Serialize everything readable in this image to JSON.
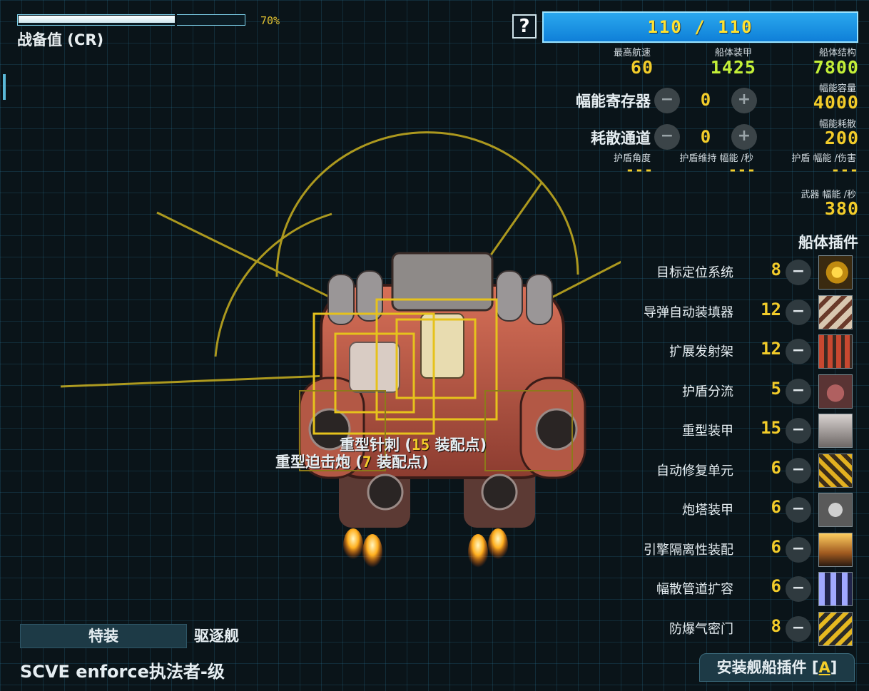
{
  "combat_readiness": {
    "label": "战备值 (CR)",
    "percent_text": "70%",
    "fraction": 0.7
  },
  "help": {
    "label": "?"
  },
  "capacity": {
    "text": "110 / 110"
  },
  "stats": {
    "max_speed": {
      "label": "最高航速",
      "value": "60"
    },
    "armor": {
      "label": "船体装甲",
      "value": "1425"
    },
    "hull": {
      "label": "船体结构",
      "value": "7800"
    },
    "flux_capacity": {
      "label": "幅能容量",
      "value": "4000"
    },
    "flux_dissipation": {
      "label": "幅能耗散",
      "value": "200"
    },
    "shield_arc": {
      "label": "护盾角度",
      "value": "---"
    },
    "shield_upkeep": {
      "label": "护盾维持  幅能 /秒",
      "value": "---"
    },
    "shield_efficiency": {
      "label": "护盾  幅能 /伤害",
      "value": "---"
    },
    "weapon_flux": {
      "label": "武器  幅能 /秒",
      "value": "380"
    }
  },
  "capacitors": {
    "label": "幅能寄存器",
    "value": "0",
    "minus": "−",
    "plus": "+"
  },
  "vents": {
    "label": "耗散通道",
    "value": "0",
    "minus": "−",
    "plus": "+"
  },
  "hullmods": {
    "title": "船体插件",
    "remove_label": "−",
    "items": [
      {
        "name": "目标定位系统",
        "cost": "8",
        "icon": "targeting-icon"
      },
      {
        "name": "导弹自动装填器",
        "cost": "12",
        "icon": "missile-reloader-icon"
      },
      {
        "name": "扩展发射架",
        "cost": "12",
        "icon": "missile-racks-icon"
      },
      {
        "name": "护盾分流",
        "cost": "5",
        "icon": "shield-shunt-icon"
      },
      {
        "name": "重型装甲",
        "cost": "15",
        "icon": "heavy-armor-icon"
      },
      {
        "name": "自动修复单元",
        "cost": "6",
        "icon": "repair-unit-icon"
      },
      {
        "name": "炮塔装甲",
        "cost": "6",
        "icon": "turret-armor-icon"
      },
      {
        "name": "引擎隔离性装配",
        "cost": "6",
        "icon": "engine-insulation-icon"
      },
      {
        "name": "幅散管道扩容",
        "cost": "6",
        "icon": "flux-conduits-icon"
      },
      {
        "name": "防爆气密门",
        "cost": "8",
        "icon": "blast-doors-icon"
      }
    ]
  },
  "weapon_slots": [
    {
      "name": "重型针刺",
      "open": "(",
      "count": "15",
      "suffix": "装配点)"
    },
    {
      "name": "重型迫击炮",
      "open": "(",
      "count": "7",
      "suffix": "装配点)"
    }
  ],
  "ship": {
    "tab_active": "特装",
    "tab_class": "驱逐舰",
    "name": "SCVE enforce执法者-级"
  },
  "install": {
    "label": "安装舰船插件 [",
    "hotkey": "A",
    "close": "]"
  },
  "colors": {
    "accent": "#1f9fe6",
    "value_yellow": "#f2cc2a",
    "value_green": "#c3ef38"
  }
}
